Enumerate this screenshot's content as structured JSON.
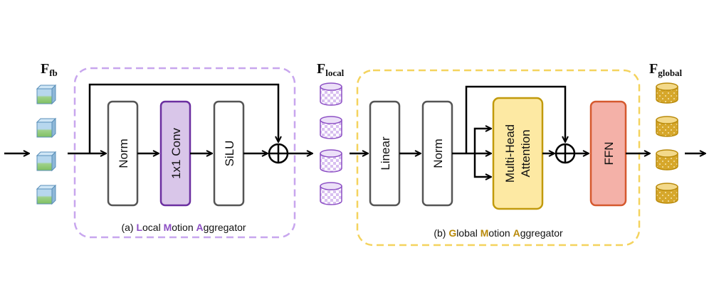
{
  "labels": {
    "f_fb": {
      "main": "F",
      "sub": "fb"
    },
    "f_local": {
      "main": "F",
      "sub": "local"
    },
    "f_global": {
      "main": "F",
      "sub": "global"
    }
  },
  "local_block": {
    "caption_parts": [
      "(a) ",
      "L",
      "ocal ",
      "M",
      "otion ",
      "A",
      "ggregator"
    ],
    "norm": "Norm",
    "conv": "1x1 Conv",
    "silu": "SiLU"
  },
  "global_block": {
    "caption_parts": [
      "(b) ",
      "G",
      "lobal ",
      "M",
      "otion ",
      "A",
      "ggregator"
    ],
    "linear": "Linear",
    "norm": "Norm",
    "mha_line1": "Multi-Head",
    "mha_line2": "Attention",
    "ffn": "FFN"
  },
  "colors": {
    "local_dash": "#c8a6ee",
    "local_letter": "#8c4fc4",
    "global_dash": "#f4d35e",
    "global_letter": "#b98a0a",
    "conv_fill": "#d9c6e9",
    "conv_stroke": "#6b2fa0",
    "mha_fill": "#fde9a3",
    "mha_stroke": "#c19a0c",
    "ffn_fill": "#f4b1a8",
    "ffn_stroke": "#d5592e",
    "gray_stroke": "#555555"
  }
}
